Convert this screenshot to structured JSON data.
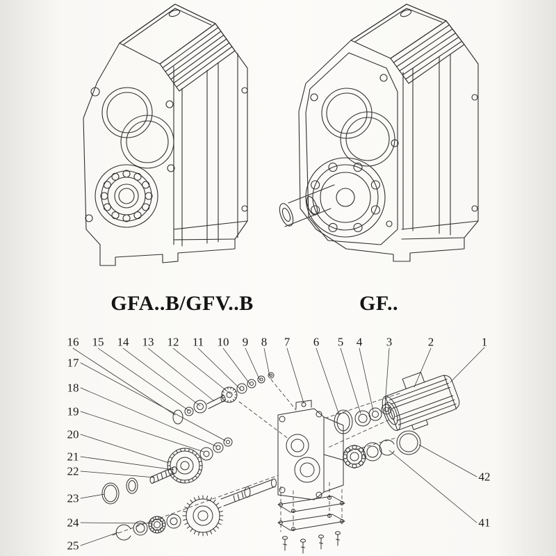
{
  "page": {
    "left_model": "GFA..B/GFV..B",
    "right_model": "GF.."
  },
  "drawings": {
    "left_name": "helical-gearbox-shaft-mounted-isometric",
    "right_name": "helical-gearbox-flange-mounted-with-output-shaft-isometric",
    "bottom_name": "exploded-parts-diagram"
  },
  "exploded": {
    "callouts_top": [
      "16",
      "15",
      "14",
      "13",
      "12",
      "11",
      "10",
      "9",
      "8",
      "7",
      "6",
      "5",
      "4",
      "3",
      "2",
      "1"
    ],
    "callouts_left": [
      "17",
      "18",
      "19",
      "20",
      "21",
      "22",
      "23",
      "24",
      "25"
    ],
    "callouts_right": [
      "42",
      "41"
    ]
  },
  "colors": {
    "line": "#2e2e2e",
    "paper": "#fcfbf9"
  }
}
